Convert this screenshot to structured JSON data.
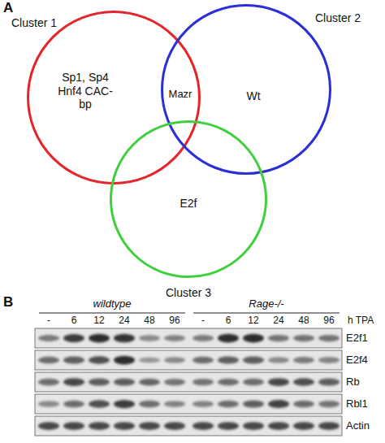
{
  "diagram": {
    "nodes": [
      {
        "text": [
          "Cluster 1",
          "Sp1, Sp4 Hnf4 CAC-bp"
        ]
      },
      {
        "text": [
          "Cluster 2",
          "Wt"
        ]
      },
      {
        "text": [
          "Cluster 3",
          "E2f"
        ]
      }
    ],
    "labels": [
      "A",
      "Mazr",
      "B",
      "wildtype",
      "Rage-/-",
      "-",
      "6",
      "12",
      "24",
      "48",
      "96",
      "-",
      "6",
      "12",
      "24",
      "48",
      "96",
      "h TPA",
      "E2f1",
      "E2f4",
      "Rb",
      "Rbl1",
      "Actin"
    ]
  }
}
